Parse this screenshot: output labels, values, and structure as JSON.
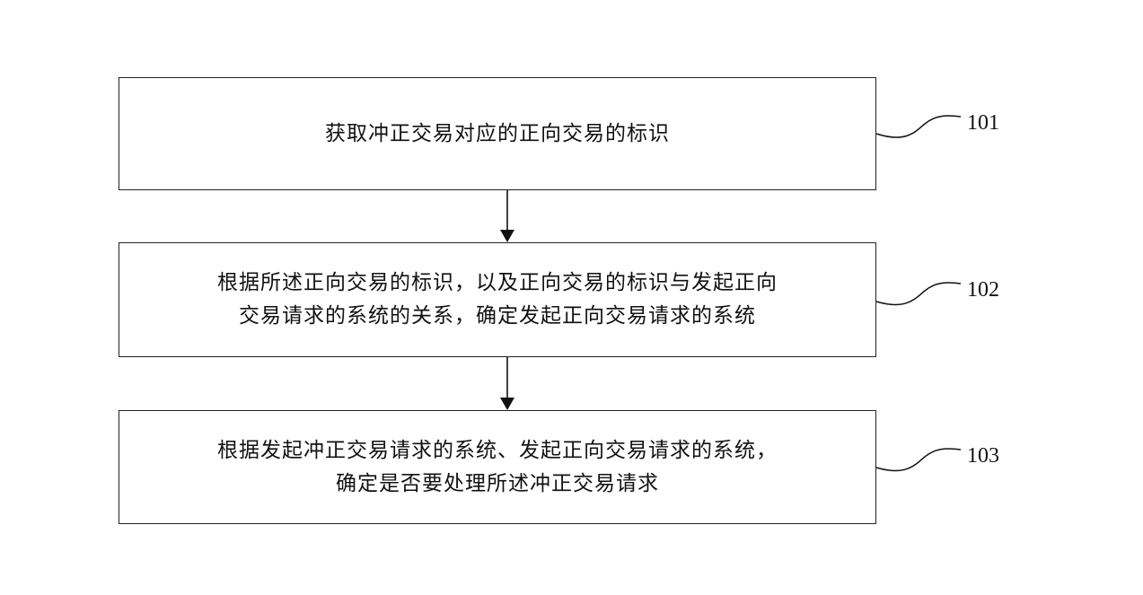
{
  "steps": [
    {
      "id": "101",
      "lines": [
        "获取冲正交易对应的正向交易的标识"
      ]
    },
    {
      "id": "102",
      "lines": [
        "根据所述正向交易的标识，以及正向交易的标识与发起正向",
        "交易请求的系统的关系，确定发起正向交易请求的系统"
      ]
    },
    {
      "id": "103",
      "lines": [
        "根据发起冲正交易请求的系统、发起正向交易请求的系统，",
        "确定是否要处理所述冲正交易请求"
      ]
    }
  ]
}
